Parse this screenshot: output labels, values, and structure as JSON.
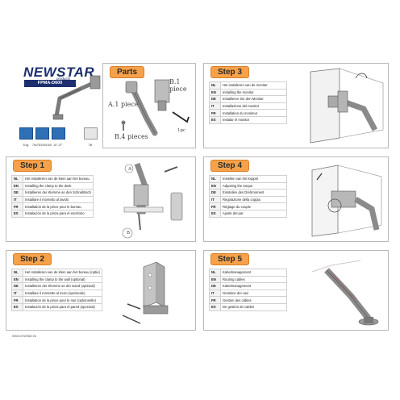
{
  "brand": {
    "logo": "NEWSTAR",
    "sub": "products",
    "model": "FPMA-D600",
    "website": "www.newstar.eu"
  },
  "spec_icons": [
    {
      "name": "weight",
      "label": "8 kg"
    },
    {
      "name": "vesa",
      "label": "75x75/100x100"
    },
    {
      "name": "size",
      "label": "10\"-27\""
    },
    {
      "name": "tilt",
      "label": "Tilt"
    }
  ],
  "parts": {
    "title": "Parts",
    "label_a": "A.1 piece",
    "label_b": "B.1 piece",
    "label_c": "B.4 pieces",
    "label_d": "1pc"
  },
  "step3": {
    "title": "Step 3",
    "rows": [
      {
        "code": "NL",
        "text": "Het installeren van de monitor"
      },
      {
        "code": "EN",
        "text": "Installing the monitor"
      },
      {
        "code": "DE",
        "text": "Installieren Sie den Monitor"
      },
      {
        "code": "IT",
        "text": "Installazione del monitor"
      },
      {
        "code": "FR",
        "text": "Installation du moniteur"
      },
      {
        "code": "ES",
        "text": "Instalar el monitor"
      }
    ]
  },
  "step1": {
    "title": "Step 1",
    "rows": [
      {
        "code": "NL",
        "text": "Het installeren van de klem aan het bureau"
      },
      {
        "code": "EN",
        "text": "Installing the clamp to the desk"
      },
      {
        "code": "DE",
        "text": "Installieren der Klemme an den Schreibtisch"
      },
      {
        "code": "IT",
        "text": "Installare il morsetto al tavolo"
      },
      {
        "code": "FR",
        "text": "Installation de la pince pour le bureau"
      },
      {
        "code": "ES",
        "text": "Instalación de la pinza para el escritorio"
      }
    ],
    "label_a": "A",
    "label_b": "B"
  },
  "step4": {
    "title": "Step 4",
    "rows": [
      {
        "code": "NL",
        "text": "Instellen van het koppel"
      },
      {
        "code": "EN",
        "text": "Adjusting the torque"
      },
      {
        "code": "DE",
        "text": "Einstellen des Drehmoment"
      },
      {
        "code": "IT",
        "text": "Regolazione della coppia"
      },
      {
        "code": "FR",
        "text": "Réglage du couple"
      },
      {
        "code": "ES",
        "text": "Ajuste del par"
      }
    ]
  },
  "step2": {
    "title": "Step 2",
    "rows": [
      {
        "code": "NL",
        "text": "Het installeren van de klem aan het bureau (optie)"
      },
      {
        "code": "EN",
        "text": "Installing the clamp to the wall (optional)"
      },
      {
        "code": "DE",
        "text": "Installieren der Klemme an der wand (optional)"
      },
      {
        "code": "IT",
        "text": "Installare il morsetto al muro (opzionale)"
      },
      {
        "code": "FR",
        "text": "Installation de la pince pour le mur (optionnelle)"
      },
      {
        "code": "ES",
        "text": "Instalación de la pinza para el pared (opcional)"
      }
    ]
  },
  "step5": {
    "title": "Step 5",
    "rows": [
      {
        "code": "NL",
        "text": "Kabelmanagement"
      },
      {
        "code": "EN",
        "text": "Routing cables"
      },
      {
        "code": "DE",
        "text": "Kabelmanagement"
      },
      {
        "code": "IT",
        "text": "Gestione dei cavi"
      },
      {
        "code": "FR",
        "text": "Gestion des câbles"
      },
      {
        "code": "ES",
        "text": "De gestión de cables"
      }
    ]
  }
}
